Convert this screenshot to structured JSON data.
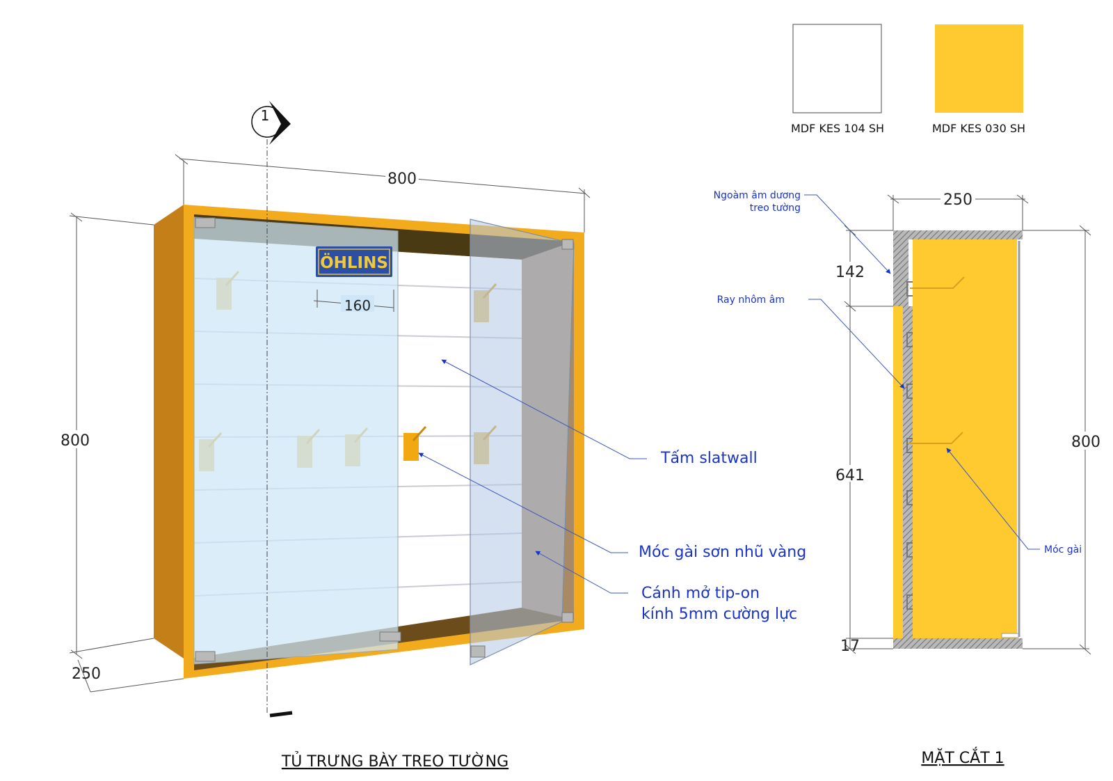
{
  "swatches": [
    {
      "label": "MDF KES 104 SH",
      "color": "#ffffff"
    },
    {
      "label": "MDF KES 030 SH",
      "color": "#ffc930"
    }
  ],
  "section_marker": "1",
  "logo_text": "ÖHLINS",
  "perspective": {
    "width": "800",
    "height": "800",
    "depth": "250",
    "slat_spacing": "160",
    "annotations": {
      "slatwall": "Tấm slatwall",
      "hooks": "Móc gài sơn nhũ vàng",
      "door_line1": "Cánh mở tip-on",
      "door_line2": "kính 5mm cường lực"
    },
    "title": "TỦ TRƯNG BÀY TREO TƯỜNG"
  },
  "section": {
    "depth": "250",
    "height": "800",
    "top_offset": "142",
    "mid_height": "641",
    "bottom": "17",
    "annotations": {
      "cleat_line1": "Ngoàm âm dương",
      "cleat_line2": "treo tường",
      "rail": "Ray nhôm âm",
      "hook": "Móc gài"
    },
    "title": "MẶT CẮT 1"
  },
  "colors": {
    "cabinet_yellow": "#f2ab1c",
    "cabinet_side": "#c47f18",
    "section_yellow": "#ffc930",
    "back_panel": "#a98a67",
    "glass": "#cfe6f8",
    "annotation_blue": "#1a33c8"
  }
}
